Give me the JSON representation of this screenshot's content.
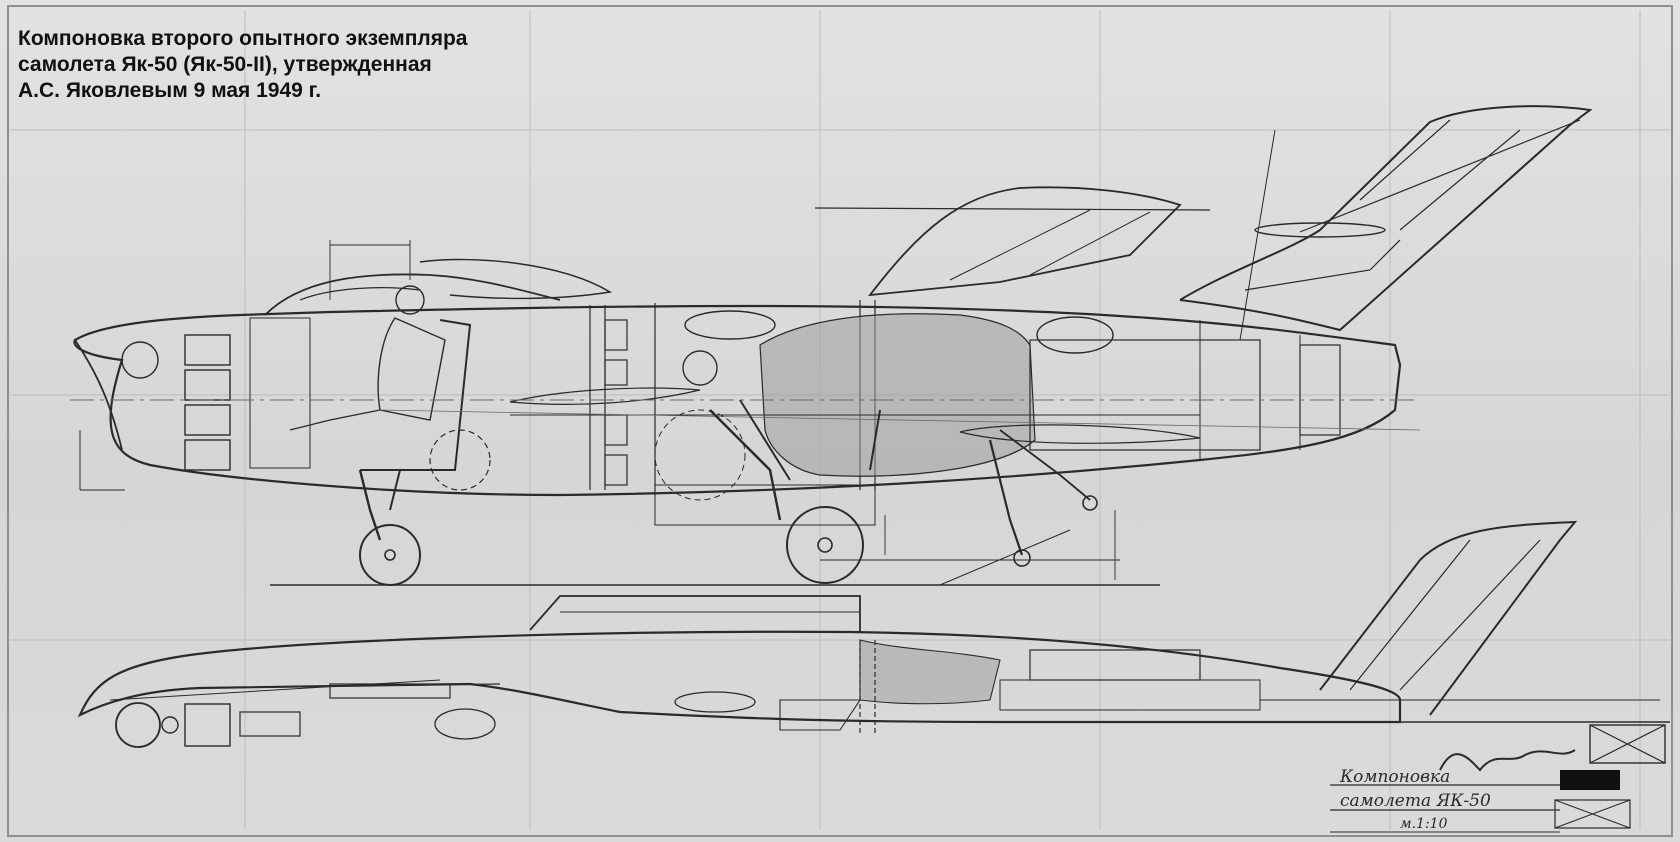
{
  "caption": {
    "line1": "Компоновка второго опытного экземпляра",
    "line2": "самолета Як-50 (Як-50-II), утвержденная",
    "line3": "А.С. Яковлевым 9 мая 1949 г."
  },
  "stamp": {
    "title1": "Компоновка",
    "title2": "самолета ЯК-50",
    "sheet": "м.1:10"
  },
  "colors": {
    "paper": "#dcdcda",
    "ink": "#2a2a2a",
    "grid": "#bdbdbb"
  }
}
